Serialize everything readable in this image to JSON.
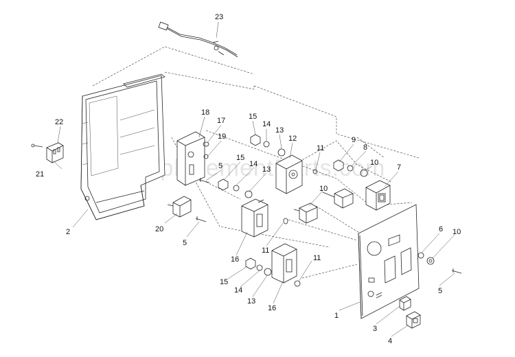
{
  "watermark": "eReplacementParts.com",
  "callouts": [
    "23",
    "22",
    "21",
    "2",
    "18",
    "17",
    "19",
    "5",
    "20",
    "5",
    "15",
    "14",
    "13",
    "12",
    "11",
    "15",
    "14",
    "13",
    "16",
    "11",
    "15",
    "14",
    "13",
    "16",
    "11",
    "10",
    "9",
    "8",
    "10",
    "7",
    "6",
    "10",
    "5",
    "1",
    "3",
    "4"
  ]
}
